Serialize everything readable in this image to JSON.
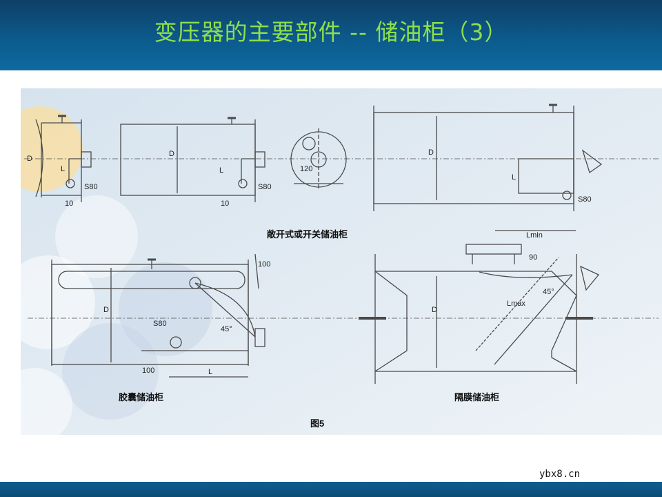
{
  "slide": {
    "title": "变压器的主要部件 -- 储油柜（3）",
    "site": "ybx8.cn"
  },
  "colors": {
    "header": "#0c5a8c",
    "title": "#8fe04a",
    "panel": "#dde8f1",
    "line": "#4a4a4a",
    "accent_circle": "#f6dfa8"
  },
  "figure": {
    "caption": "图5",
    "labels": {
      "open_type": "敞开式或开关储油柜",
      "capsule_type": "胶囊储油柜",
      "diaphragm_type": "隔膜储油柜"
    },
    "dims": {
      "d": "D",
      "l": "L",
      "s80": "S80",
      "ten": "10",
      "one_twenty": "120",
      "hundred": "100",
      "forty_five": "45°",
      "lmin": "Lmin",
      "lmax": "Lmax",
      "ninety": "90"
    }
  }
}
